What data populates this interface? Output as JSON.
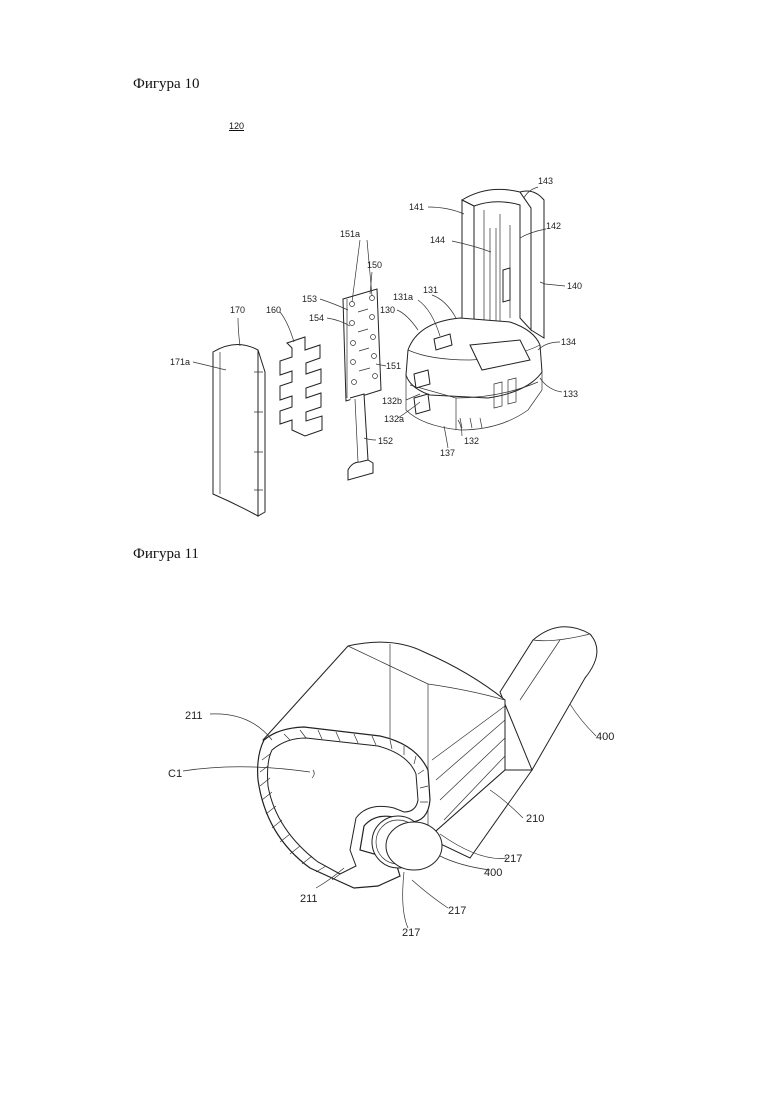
{
  "figures": {
    "fig10": {
      "title": "Фигура 10",
      "ref": "120"
    },
    "fig11": {
      "title": "Фигура 11"
    }
  },
  "labels": {
    "l143": "143",
    "l141": "141",
    "l144": "144",
    "l142": "142",
    "l140": "140",
    "l151a": "151a",
    "l150": "150",
    "l131a": "131a",
    "l131": "131",
    "l130": "130",
    "l153": "153",
    "l154": "154",
    "l170": "170",
    "l160": "160",
    "l171a": "171a",
    "l151": "151",
    "l134": "134",
    "l133": "133",
    "l132b": "132b",
    "l132a": "132a",
    "l132": "132",
    "l137": "137",
    "l152": "152",
    "l211a": "211",
    "l211b": "211",
    "lC1": "C1",
    "l400a": "400",
    "l400b": "400",
    "l210": "210",
    "l217a": "217",
    "l217b": "217",
    "l217c": "217"
  }
}
